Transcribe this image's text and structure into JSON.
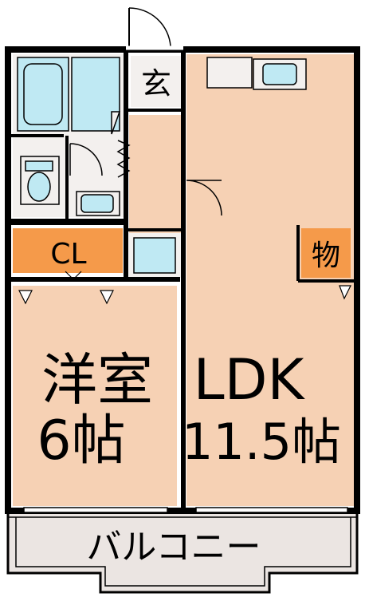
{
  "rooms": {
    "genkan": "玄",
    "closet": "CL",
    "storage": "物",
    "western_room_name": "洋室",
    "western_room_size": "6帖",
    "ldk_name": "LDK",
    "ldk_size": "11.5帖",
    "balcony": "バルコニー"
  },
  "colors": {
    "floor": "#f6d1b4",
    "wet_area": "#f3f0ee",
    "closet_fill": "#f59a4a",
    "balcony_fill": "#ebe5e2",
    "fixture_fill": "#bfe9f3",
    "wall": "#000000"
  }
}
